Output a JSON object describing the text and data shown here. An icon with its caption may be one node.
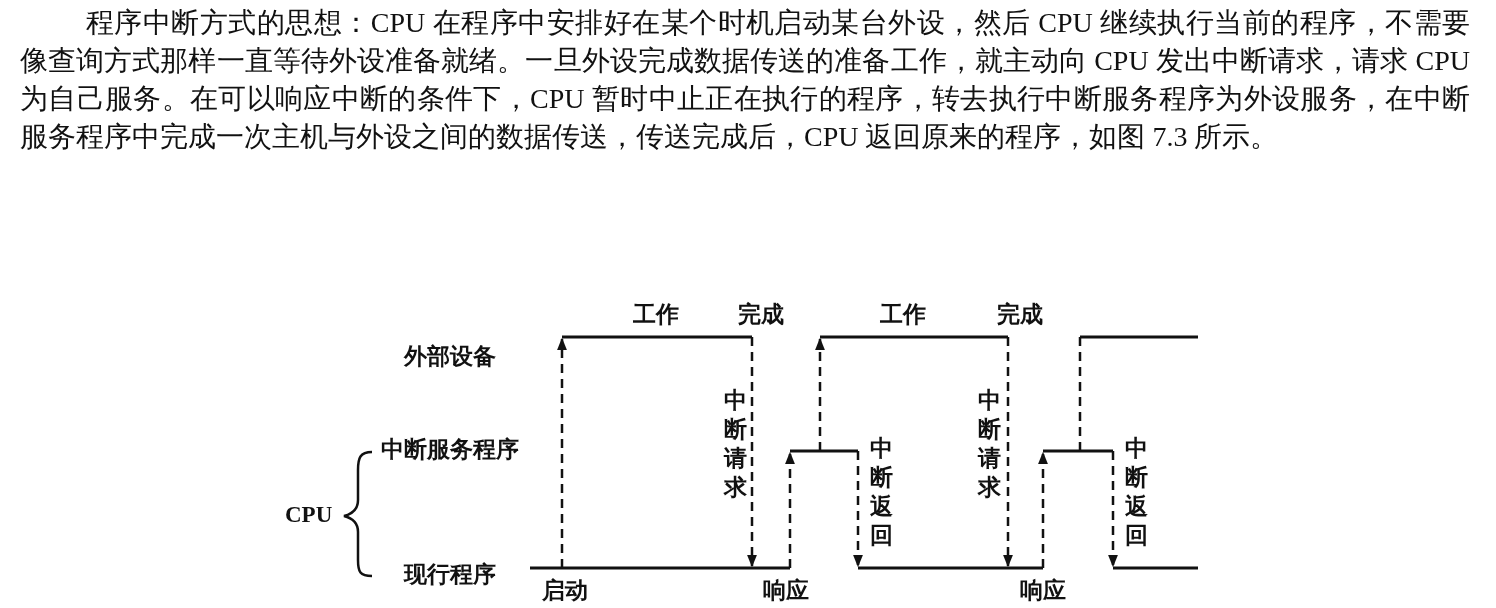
{
  "diagram": {
    "labels": [
      "程序中断方式的思想：CPU 在程序中安排好在某个时机启动某台外设，然后 CPU 继续执行当前的程序，不需要像查询方式那样一直等待外设准备就绪。一旦外设完成数据传送的准备工作，就主动向 CPU 发出中断请求，请求 CPU 为自己服务。在可以响应中断的条件下，CPU 暂时中止正在执行的程序，转去执行中断服务程序为外设服务，在中断服务程序中完成一次主机与外设之间的数据传送，传送完成后，CPU 返回原来的程序，如图 7.3 所示。",
      "工作",
      "完成",
      "工作",
      "完成",
      "外部设备",
      "中断请求",
      "中断请求",
      "中断服务程序",
      "中断返回",
      "中断返回",
      "CPU",
      "现行程序",
      "启动",
      "响应",
      "响应"
    ]
  }
}
